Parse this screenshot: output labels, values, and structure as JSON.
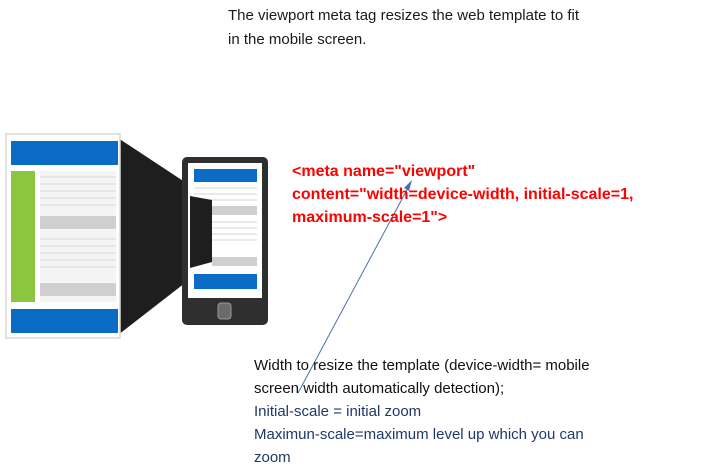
{
  "caption": {
    "line1": "The viewport meta tag resizes the web template to fit",
    "line2": "in the mobile screen."
  },
  "meta_code": {
    "line1": "<meta name=\"viewport\"",
    "line2": "content=\"width=device-width, initial-scale=1,",
    "line3": "maximum-scale=1\">"
  },
  "explanation": {
    "line1": "Width to resize the template (device-width= mobile",
    "line2": "screen width automatically detection);",
    "line3": "Initial-scale = initial zoom",
    "line4": "Maximun-scale=maximum level up which you can",
    "line5": "zoom"
  },
  "colors": {
    "header_blue": "#0a6cc4",
    "sidebar_green": "#8cc63f",
    "placeholder_gray": "#cfcfcf",
    "phone_body": "#2f2f2f",
    "projection_black": "#1e1e1e",
    "code_red": "#ff0000",
    "arrow_blue": "#4a6fb0"
  },
  "icons": {
    "desktop": "desktop-template-icon",
    "phone": "mobile-phone-icon",
    "projection": "projection-cone-icon",
    "arrow": "pointer-arrow-icon"
  }
}
